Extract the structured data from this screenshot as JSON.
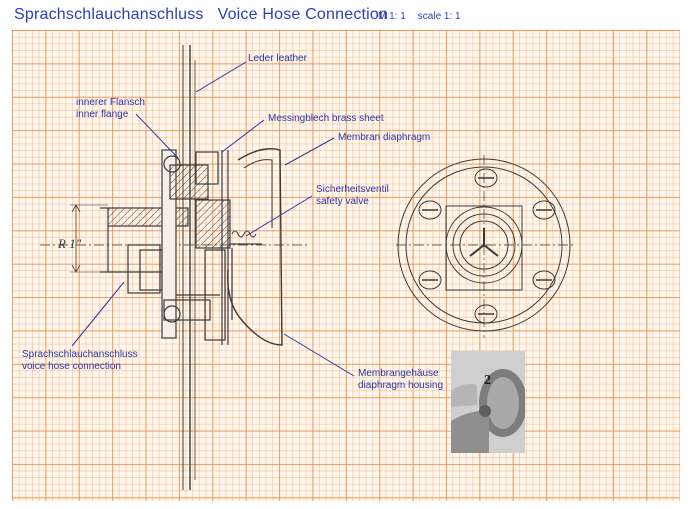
{
  "title": {
    "german": "Sprachschlauchanschluss",
    "english": "Voice Hose Connection",
    "scale_de": "M 1: 1",
    "scale_en": "scale 1: 1"
  },
  "labels": {
    "leather": "Leder   leather",
    "inner_flange_de": "innerer Flansch",
    "inner_flange_en": "inner flange",
    "brass_sheet": "Messingblech   brass sheet",
    "diaphragm": "Membran   diaphragm",
    "safety_valve_de": "Sicherheitsventil",
    "safety_valve_en": "safety valve",
    "hose_connection_de": "Sprachschlauchanschluss",
    "hose_connection_en": "voice hose connection",
    "housing_de": "Membrangehäuse",
    "housing_en": "diaphragm housing",
    "dimension": "R 1\"",
    "photo_number": "2"
  },
  "colors": {
    "title": "#2a3fb8",
    "label": "#2b36a6",
    "pencil": "#3a3a3a",
    "grid": "#e88c46"
  }
}
